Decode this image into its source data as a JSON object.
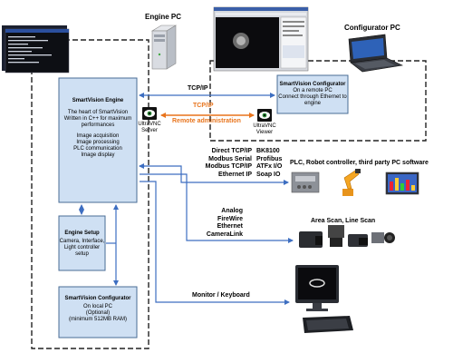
{
  "colors": {
    "box_fill": "#cfe0f3",
    "box_stroke": "#4a6c96",
    "arrow_blue": "#3d6ec1",
    "arrow_orange": "#e8741c",
    "dashed": "#222222"
  },
  "engine_pc": {
    "label": "Engine PC"
  },
  "configurator_pc": {
    "label": "Configurator PC"
  },
  "engine": {
    "title": "SmartVision  Engine",
    "desc_lines": [
      "The heart of SmartVision",
      "Written in  C++ for maximum",
      "performances"
    ],
    "func_lines": [
      "Image acquisition",
      "Image processing",
      "PLC communication",
      "Image display"
    ]
  },
  "engine_setup": {
    "title": "Engine Setup",
    "lines": [
      "Camera, Interface,",
      "Light controller",
      "setup"
    ]
  },
  "local_configurator": {
    "title": "SmartVision  Configurator",
    "lines": [
      "On local PC",
      "(Optional)",
      "(minimum 512MB RAM)"
    ]
  },
  "remote_configurator": {
    "title": "SmartVision  Configurator",
    "lines": [
      "On a remote PC",
      "Connect through Ethernet to",
      "engine"
    ]
  },
  "ultravnc_server": {
    "lines": [
      "UltraVNC",
      "Server"
    ]
  },
  "ultravnc_viewer": {
    "lines": [
      "UltraVNC",
      "Viewer"
    ]
  },
  "links": {
    "tcpip": "TCP/IP",
    "tcpip_remote": "TCP/IP",
    "remote_admin": "Remote administration",
    "protocols_left": [
      "Direct TCP/IP",
      "Modbus Serial",
      "Modbus TCP/IP",
      "Ethernet IP"
    ],
    "protocols_right": [
      "BK8100",
      "Profibus",
      "ATFx I/O",
      "Soap IO"
    ],
    "plc_label": "PLC, Robot controller, third party PC software",
    "camera_interfaces": [
      "Analog",
      "FireWire",
      "Ethernet",
      "CameraLink"
    ],
    "camera_label": "Area Scan, Line Scan",
    "monitor_label": "Monitor / Keyboard"
  }
}
